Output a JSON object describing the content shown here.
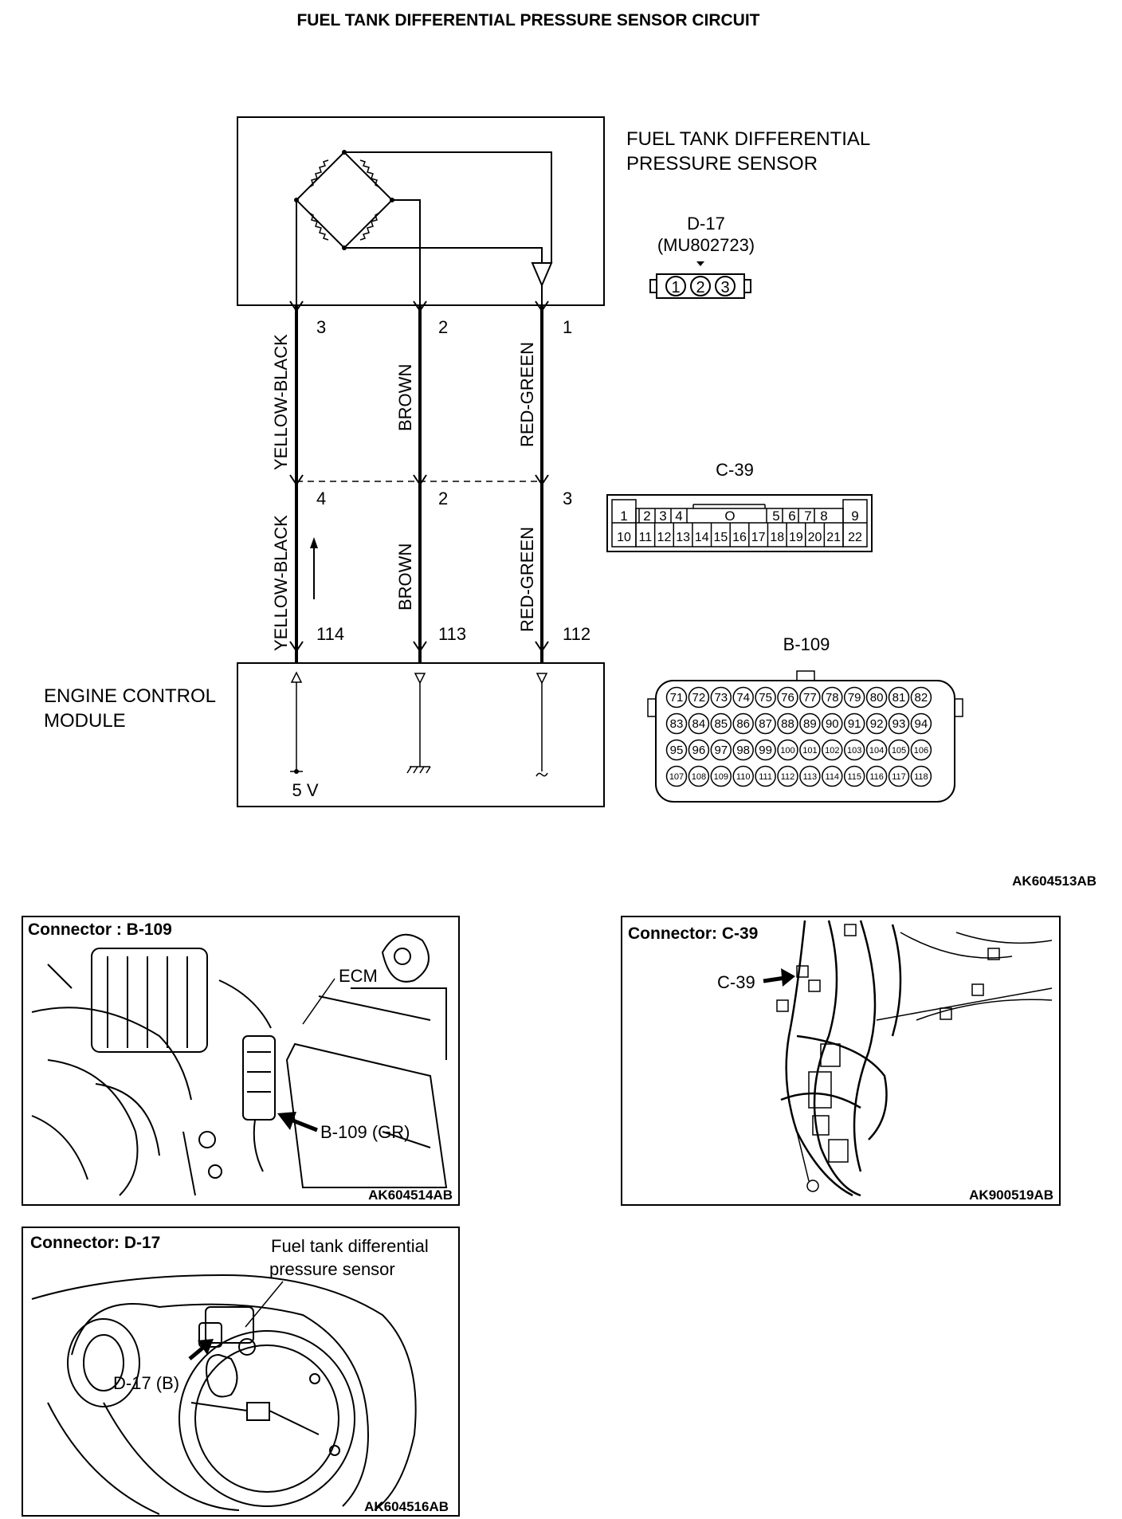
{
  "title": "FUEL TANK DIFFERENTIAL PRESSURE SENSOR CIRCUIT",
  "sensor": {
    "label_line1": "FUEL TANK DIFFERENTIAL",
    "label_line2": "PRESSURE SENSOR",
    "connector_id": "D-17",
    "connector_part": "(MU802723)",
    "pins": [
      "1",
      "2",
      "3"
    ]
  },
  "wires": [
    {
      "color": "YELLOW-BLACK",
      "sensor_pin": "3",
      "c39_pin": "4",
      "ecm_pin": "114"
    },
    {
      "color": "BROWN",
      "sensor_pin": "2",
      "c39_pin": "2",
      "ecm_pin": "113"
    },
    {
      "color": "RED-GREEN",
      "sensor_pin": "1",
      "c39_pin": "3",
      "ecm_pin": "112"
    }
  ],
  "c39": {
    "label": "C-39",
    "top_row": [
      "1",
      "2",
      "3",
      "4",
      "O",
      "5",
      "6",
      "7",
      "8",
      "9"
    ],
    "bottom_row": [
      "10",
      "11",
      "12",
      "13",
      "14",
      "15",
      "16",
      "17",
      "18",
      "19",
      "20",
      "21",
      "22"
    ]
  },
  "b109": {
    "label": "B-109",
    "rows": [
      [
        "71",
        "72",
        "73",
        "74",
        "75",
        "76",
        "77",
        "78",
        "79",
        "80",
        "81",
        "82"
      ],
      [
        "83",
        "84",
        "85",
        "86",
        "87",
        "88",
        "89",
        "90",
        "91",
        "92",
        "93",
        "94"
      ],
      [
        "95",
        "96",
        "97",
        "98",
        "99",
        "100",
        "101",
        "102",
        "103",
        "104",
        "105",
        "106"
      ],
      [
        "107",
        "108",
        "109",
        "110",
        "111",
        "112",
        "113",
        "114",
        "115",
        "116",
        "117",
        "118"
      ]
    ]
  },
  "ecm": {
    "label_line1": "ENGINE CONTROL",
    "label_line2": "MODULE",
    "supply": "5 V"
  },
  "diagram_code": "AK604513AB",
  "photos": {
    "b109": {
      "heading": "Connector : B-109",
      "ecm_label": "ECM",
      "arrow_label": "B-109 (GR)",
      "code": "AK604514AB"
    },
    "c39": {
      "heading": "Connector: C-39",
      "arrow_label": "C-39",
      "code": "AK900519AB"
    },
    "d17": {
      "heading": "Connector: D-17",
      "callout_line1": "Fuel tank differential",
      "callout_line2": "pressure sensor",
      "arrow_label": "D-17 (B)",
      "code": "AK604516AB"
    }
  }
}
